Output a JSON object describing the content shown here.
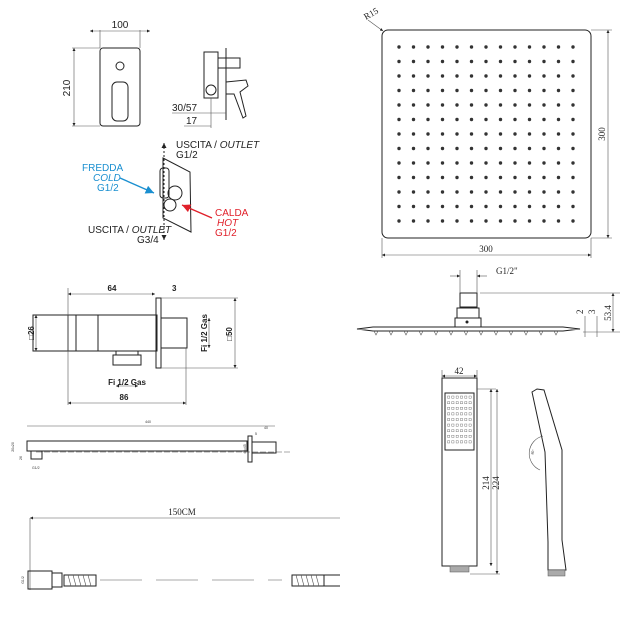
{
  "mixer": {
    "width": "100",
    "height": "210",
    "depth_a": "30/57",
    "depth_b": "17",
    "outlet_top_label": "USCITA / ",
    "outlet_top_label_en": "OUTLET",
    "outlet_top_size": "G1/2",
    "cold_it": "FREDDA",
    "cold_en": "COLD",
    "cold_size": "G1/2",
    "hot_it": "CALDA",
    "hot_en": "HOT",
    "hot_size": "G1/2",
    "outlet_bottom_label": "USCITA / ",
    "outlet_bottom_label_en": "OUTLET",
    "outlet_bottom_size": "G3/4",
    "cold_color": "#1a8fd0",
    "hot_color": "#e0202a"
  },
  "wall_outlet": {
    "length": "64",
    "flange": "3",
    "pipe": "□26",
    "plate": "□50",
    "thread_side": "Fi 1/2 Gas",
    "thread_bottom": "Fi 1/2 Gas",
    "total": "86"
  },
  "arm": {
    "length": "440",
    "depth": "40",
    "flange": "5",
    "section": "20x20",
    "plate": "45x45",
    "drop": "26",
    "thread": "G1/2"
  },
  "hose": {
    "length": "150CM",
    "end": "G1/2"
  },
  "head": {
    "radius": "R15",
    "width": "300",
    "height": "300",
    "thread": "G1/2\"",
    "thin": "2",
    "edge": "3",
    "total": "53.4"
  },
  "hand_shower": {
    "width": "42",
    "length_a": "214",
    "length_b": "224",
    "angle": "30°"
  }
}
